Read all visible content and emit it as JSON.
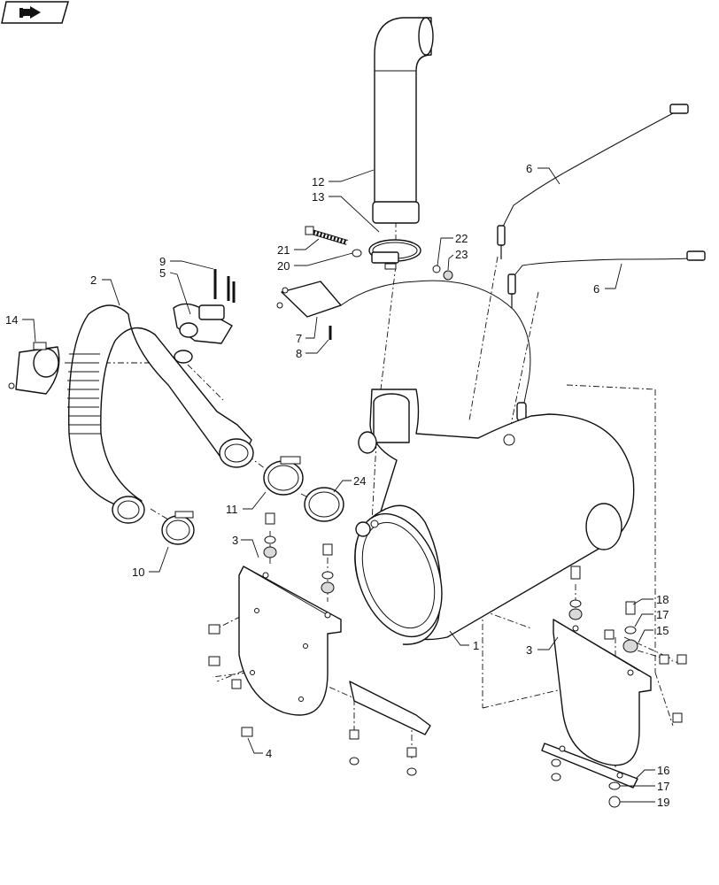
{
  "callouts": [
    {
      "id": "c12",
      "text": "12"
    },
    {
      "id": "c13",
      "text": "13"
    },
    {
      "id": "c22",
      "text": "22"
    },
    {
      "id": "c21",
      "text": "21"
    },
    {
      "id": "c23",
      "text": "23"
    },
    {
      "id": "c20",
      "text": "20"
    },
    {
      "id": "c6a",
      "text": "6"
    },
    {
      "id": "c6b",
      "text": "6"
    },
    {
      "id": "c9",
      "text": "9"
    },
    {
      "id": "c5",
      "text": "5"
    },
    {
      "id": "c2",
      "text": "2"
    },
    {
      "id": "c14",
      "text": "14"
    },
    {
      "id": "c7",
      "text": "7"
    },
    {
      "id": "c8",
      "text": "8"
    },
    {
      "id": "c24",
      "text": "24"
    },
    {
      "id": "c11",
      "text": "11"
    },
    {
      "id": "c3a",
      "text": "3"
    },
    {
      "id": "c10",
      "text": "10"
    },
    {
      "id": "c1",
      "text": "1"
    },
    {
      "id": "c18",
      "text": "18"
    },
    {
      "id": "c17a",
      "text": "17"
    },
    {
      "id": "c15",
      "text": "15"
    },
    {
      "id": "c3b",
      "text": "3"
    },
    {
      "id": "c4",
      "text": "4"
    },
    {
      "id": "c16",
      "text": "16"
    },
    {
      "id": "c17b",
      "text": "17"
    },
    {
      "id": "c19",
      "text": "19"
    }
  ],
  "icons": {
    "nav": "hand-pointing-right-icon"
  }
}
